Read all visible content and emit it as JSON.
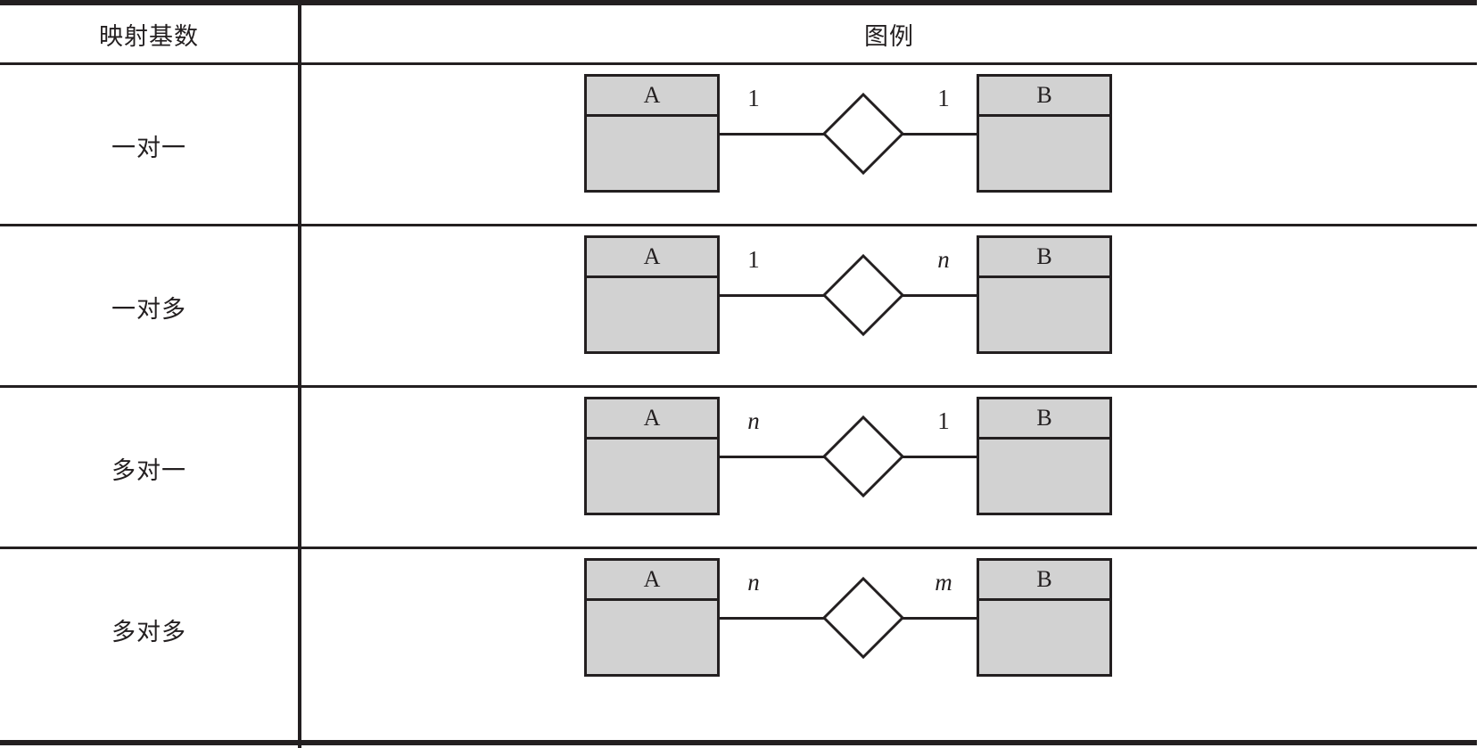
{
  "table": {
    "header": {
      "col_cardinality": "映射基数",
      "col_legend": "图例"
    },
    "rows": [
      {
        "label": "一对一",
        "diagram": {
          "left_entity": "A",
          "right_entity": "B",
          "left_cardinality": "1",
          "left_cardinality_italic": false,
          "right_cardinality": "1",
          "right_cardinality_italic": false,
          "relationship_shape": "diamond"
        }
      },
      {
        "label": "一对多",
        "diagram": {
          "left_entity": "A",
          "right_entity": "B",
          "left_cardinality": "1",
          "left_cardinality_italic": false,
          "right_cardinality": "n",
          "right_cardinality_italic": true,
          "relationship_shape": "diamond"
        }
      },
      {
        "label": "多对一",
        "diagram": {
          "left_entity": "A",
          "right_entity": "B",
          "left_cardinality": "n",
          "left_cardinality_italic": true,
          "right_cardinality": "1",
          "right_cardinality_italic": false,
          "relationship_shape": "diamond"
        }
      },
      {
        "label": "多对多",
        "diagram": {
          "left_entity": "A",
          "right_entity": "B",
          "left_cardinality": "n",
          "left_cardinality_italic": true,
          "right_cardinality": "m",
          "right_cardinality_italic": true,
          "relationship_shape": "diamond"
        }
      }
    ]
  },
  "style": {
    "rule_color": "#231f20",
    "entity_fill": "#d2d2d2",
    "line_color": "#231f20",
    "page_background": "#ffffff"
  }
}
